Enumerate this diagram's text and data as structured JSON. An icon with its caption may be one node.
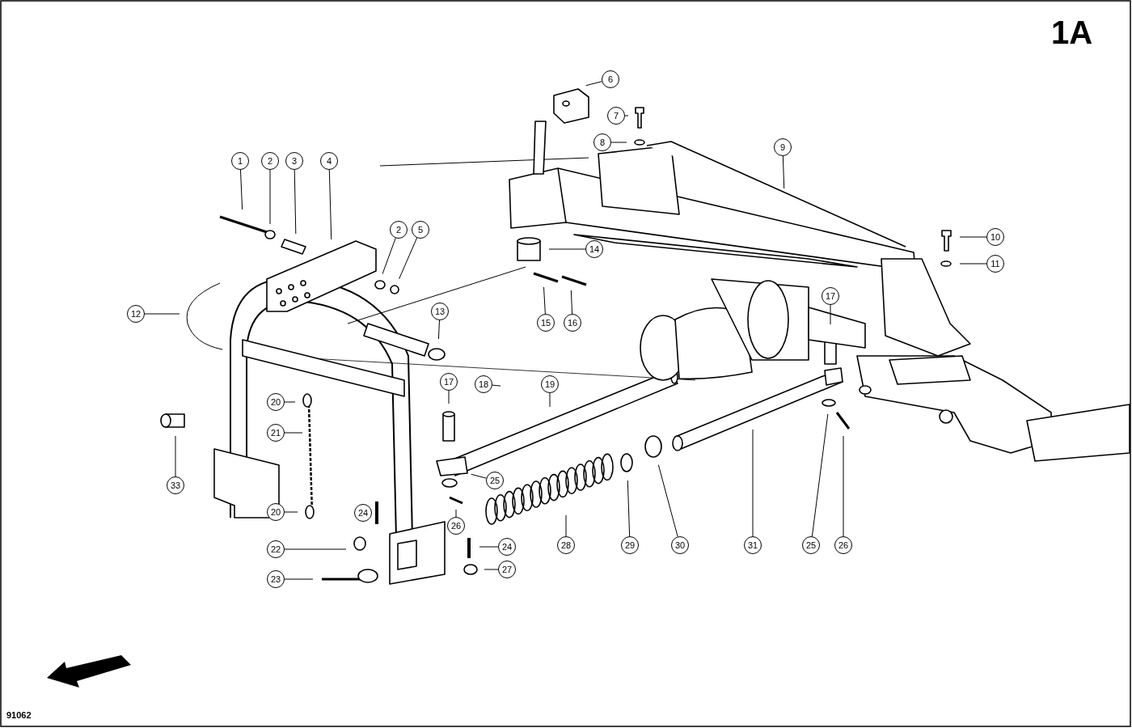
{
  "diagram": {
    "nodes": [
      {
        "text": [
          "6"
        ]
      },
      {
        "text": [
          "7"
        ]
      },
      {
        "text": [
          "8"
        ]
      },
      {
        "text": [
          "9"
        ]
      },
      {
        "text": [
          "1"
        ]
      },
      {
        "text": [
          "2"
        ]
      },
      {
        "text": [
          "3"
        ]
      },
      {
        "text": [
          "4"
        ]
      },
      {
        "text": [
          "2"
        ]
      },
      {
        "text": [
          "5"
        ]
      },
      {
        "text": [
          "10"
        ]
      },
      {
        "text": [
          "14"
        ]
      },
      {
        "text": [
          "11"
        ]
      },
      {
        "text": [
          "17"
        ]
      },
      {
        "text": [
          "13"
        ]
      },
      {
        "text": [
          "12"
        ]
      },
      {
        "text": [
          "15"
        ]
      },
      {
        "text": [
          "16"
        ]
      },
      {
        "text": [
          "17"
        ]
      },
      {
        "text": [
          "18"
        ]
      },
      {
        "text": [
          "19"
        ]
      },
      {
        "text": [
          "20"
        ]
      },
      {
        "text": [
          "21"
        ]
      },
      {
        "text": [
          "25"
        ]
      },
      {
        "text": [
          "33"
        ]
      },
      {
        "text": [
          "20"
        ]
      },
      {
        "text": [
          "24"
        ]
      },
      {
        "text": [
          "26"
        ]
      },
      {
        "text": [
          "28"
        ]
      },
      {
        "text": [
          "29"
        ]
      },
      {
        "text": [
          "30"
        ]
      },
      {
        "text": [
          "31"
        ]
      },
      {
        "text": [
          "25"
        ]
      },
      {
        "text": [
          "26"
        ]
      },
      {
        "text": [
          "22"
        ]
      },
      {
        "text": [
          "24"
        ]
      },
      {
        "text": [
          "23"
        ]
      },
      {
        "text": [
          "27"
        ]
      }
    ],
    "edges": [
      {
        "from": 0,
        "to": null,
        "arrow": "none"
      },
      {
        "from": 1,
        "to": null,
        "arrow": "none"
      },
      {
        "from": 2,
        "to": null,
        "arrow": "none"
      },
      {
        "from": 3,
        "to": null,
        "arrow": "none"
      },
      {
        "from": 4,
        "to": null,
        "arrow": "none"
      },
      {
        "from": 5,
        "to": null,
        "arrow": "none"
      },
      {
        "from": 6,
        "to": null,
        "arrow": "none"
      },
      {
        "from": 7,
        "to": null,
        "arrow": "none"
      },
      {
        "from": 8,
        "to": null,
        "arrow": "none"
      },
      {
        "from": 9,
        "to": null,
        "arrow": "none"
      },
      {
        "from": 10,
        "to": null,
        "arrow": "none"
      },
      {
        "from": 11,
        "to": null,
        "arrow": "none"
      },
      {
        "from": 12,
        "to": null,
        "arrow": "none"
      },
      {
        "from": 13,
        "to": null,
        "arrow": "none"
      },
      {
        "from": 14,
        "to": null,
        "arrow": "none"
      },
      {
        "from": 15,
        "to": null,
        "arrow": "none"
      },
      {
        "from": 16,
        "to": null,
        "arrow": "none"
      },
      {
        "from": 17,
        "to": null,
        "arrow": "none"
      },
      {
        "from": 18,
        "to": null,
        "arrow": "none"
      },
      {
        "from": 19,
        "to": null,
        "arrow": "none"
      },
      {
        "from": 20,
        "to": null,
        "arrow": "none"
      },
      {
        "from": 21,
        "to": null,
        "arrow": "none"
      },
      {
        "from": 22,
        "to": null,
        "arrow": "none"
      },
      {
        "from": 23,
        "to": null,
        "arrow": "none"
      },
      {
        "from": 24,
        "to": null,
        "arrow": "none"
      },
      {
        "from": 25,
        "to": null,
        "arrow": "none"
      },
      {
        "from": 26,
        "to": null,
        "arrow": "none"
      },
      {
        "from": 27,
        "to": null,
        "arrow": "none"
      },
      {
        "from": 28,
        "to": null,
        "arrow": "none"
      },
      {
        "from": 29,
        "to": null,
        "arrow": "none"
      },
      {
        "from": 30,
        "to": null,
        "arrow": "none"
      },
      {
        "from": 31,
        "to": null,
        "arrow": "none"
      },
      {
        "from": 32,
        "to": null,
        "arrow": "none"
      },
      {
        "from": 33,
        "to": null,
        "arrow": "none"
      },
      {
        "from": 34,
        "to": null,
        "arrow": "none"
      },
      {
        "from": 35,
        "to": null,
        "arrow": "none"
      },
      {
        "from": 36,
        "to": null,
        "arrow": "none"
      },
      {
        "from": 37,
        "to": null,
        "arrow": "none"
      }
    ],
    "labels": [
      "1A",
      "91062"
    ]
  }
}
